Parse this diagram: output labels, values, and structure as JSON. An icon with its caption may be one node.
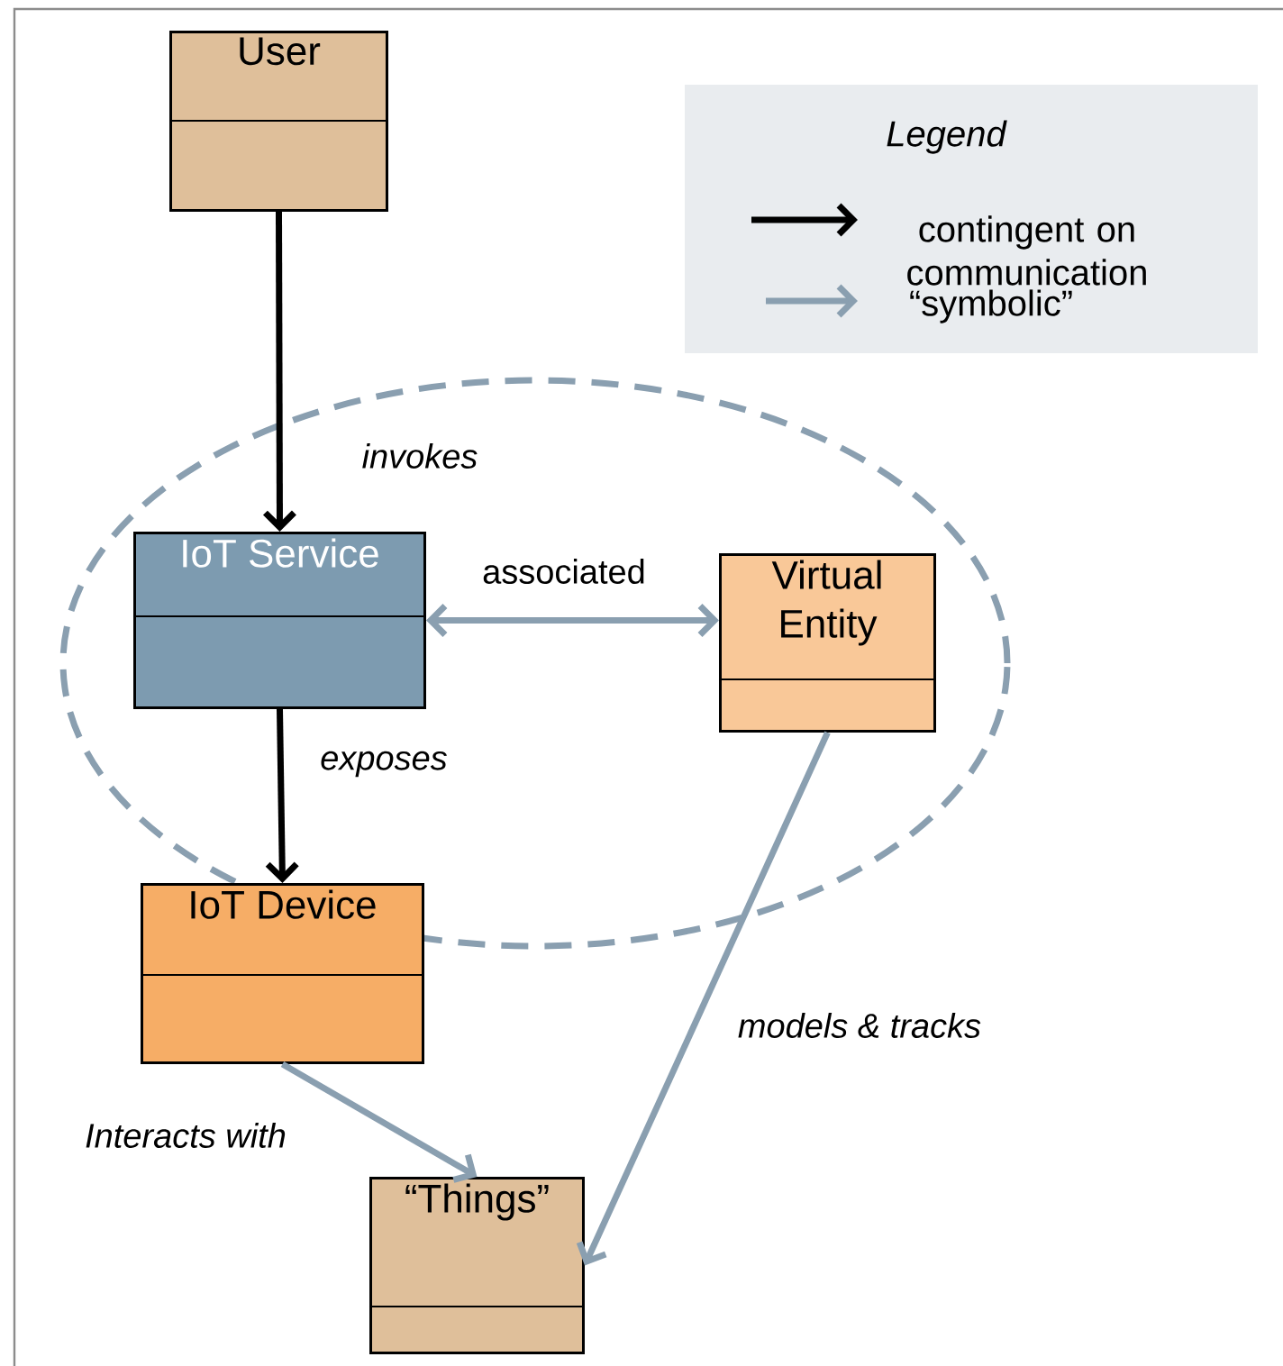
{
  "diagram": {
    "nodes": [
      {
        "text": [
          "User"
        ]
      },
      {
        "text": [],
        "shape": "ellipse"
      },
      {
        "text": [
          "IoT Service"
        ],
        "in": 1
      },
      {
        "text": [
          "Virtual Entity"
        ],
        "in": 1
      },
      {
        "text": [
          "IoT Device"
        ]
      },
      {
        "text": [
          "“Things”"
        ]
      }
    ],
    "edges": [
      {
        "from": 0,
        "to": 2,
        "arrow": "to",
        "label": "invokes",
        "color": "#000000"
      },
      {
        "from": 2,
        "to": 3,
        "arrow": "both",
        "label": "associated"
      },
      {
        "from": 2,
        "to": 4,
        "arrow": "to",
        "label": "exposes",
        "color": "#000000"
      },
      {
        "from": 4,
        "to": 5,
        "arrow": "to",
        "label": "Interacts with"
      },
      {
        "from": 3,
        "to": 5,
        "arrow": "to",
        "label": "models & tracks"
      }
    ],
    "labels": [
      "Legend"
    ],
    "legend": [
      {
        "text": "contingent on communication"
      },
      {
        "text": "“symbolic”"
      }
    ]
  }
}
